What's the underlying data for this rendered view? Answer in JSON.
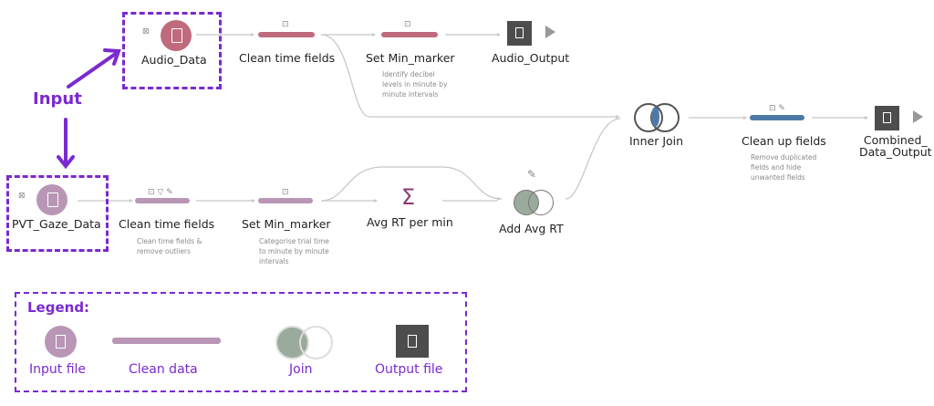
{
  "annotation": {
    "input_label": "Input"
  },
  "colors": {
    "audio": "#c06a7d",
    "gaze": "#b996b5",
    "combined": "#4e79a7",
    "accent": "#7a2ad0",
    "output": "#4d4d4d",
    "join_fill": "#9aab9e"
  },
  "nodes": {
    "audio_data": {
      "label": "Audio_Data"
    },
    "audio_clean": {
      "label": "Clean time fields"
    },
    "audio_setmin": {
      "label": "Set Min_marker",
      "desc": [
        "Identify decibel",
        "levels in minute by",
        "minute intervals"
      ]
    },
    "audio_output": {
      "label": "Audio_Output"
    },
    "inner_join": {
      "label": "Inner Join"
    },
    "cleanup": {
      "label": "Clean up fields",
      "desc": [
        "Remove duplicated",
        "fields and hide",
        "unwanted fields"
      ]
    },
    "combined_output": {
      "label": "Combined_",
      "label2": "Data_Output"
    },
    "gaze_data": {
      "label": "PVT_Gaze_Data"
    },
    "gaze_clean": {
      "label": "Clean time fields",
      "desc": [
        "Clean time fields &",
        "remove outliers"
      ]
    },
    "gaze_setmin": {
      "label": "Set Min_marker",
      "desc": [
        "Categorise trial time",
        "to minute by minute",
        "intervals"
      ]
    },
    "avg_rt": {
      "label": "Avg RT per min",
      "icon": "Σ"
    },
    "add_avg": {
      "label": "Add Avg RT"
    }
  },
  "legend": {
    "title": "Legend:",
    "items": [
      {
        "label": "Input file"
      },
      {
        "label": "Clean data"
      },
      {
        "label": "Join"
      },
      {
        "label": "Output file"
      }
    ]
  }
}
